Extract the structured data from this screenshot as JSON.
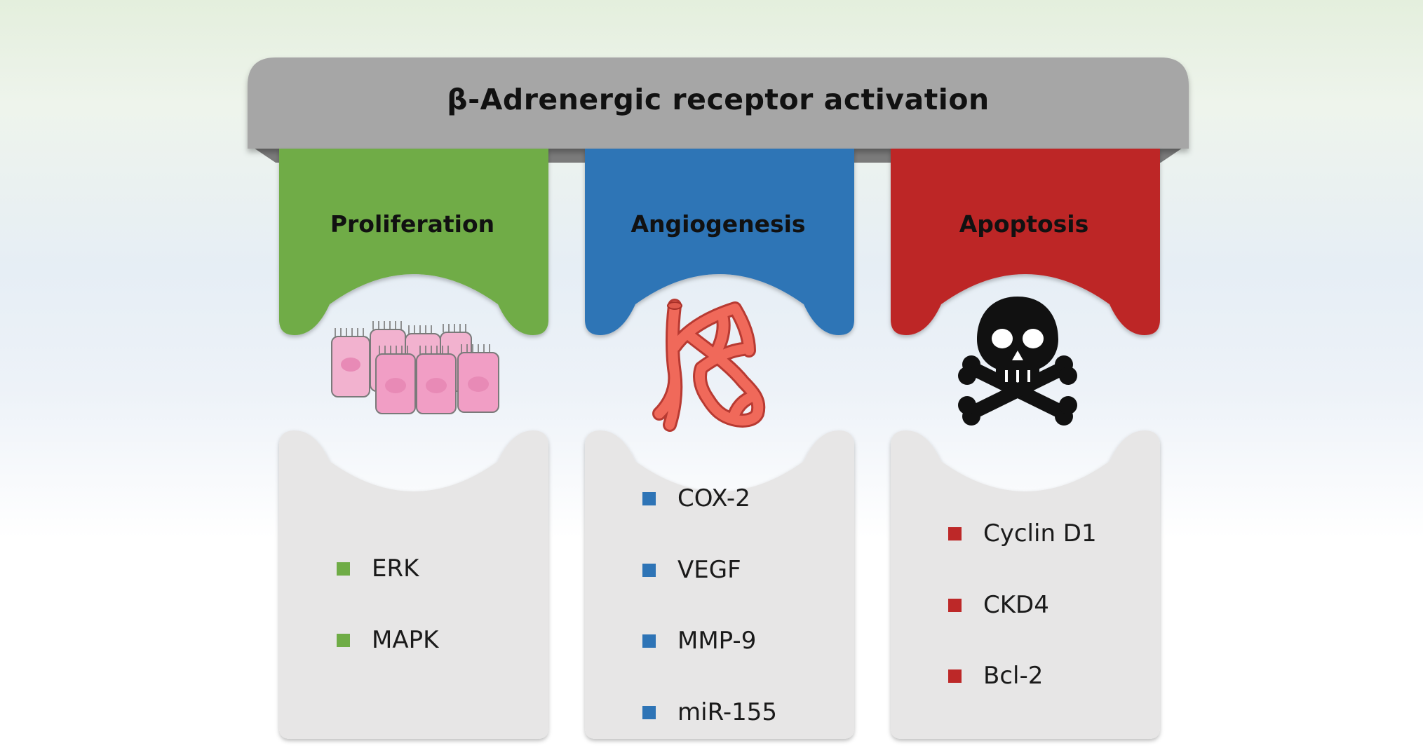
{
  "header": {
    "title": "β-Adrenergic receptor activation"
  },
  "columns": [
    {
      "title": "Proliferation",
      "color": "#6fac46",
      "icon": "epithelial-cells-icon",
      "markers": [
        "ERK",
        "MAPK"
      ]
    },
    {
      "title": "Angiogenesis",
      "color": "#2e74b6",
      "icon": "blood-vessel-icon",
      "markers": [
        "COX-2",
        "VEGF",
        "MMP-9",
        "miR-155"
      ]
    },
    {
      "title": "Apoptosis",
      "color": "#bd2828",
      "icon": "skull-crossbones-icon",
      "markers": [
        "Cyclin D1",
        "CKD4",
        "Bcl-2"
      ]
    }
  ],
  "colors": {
    "header_bar": "#a6a6a6",
    "header_shadow": "#7f7f7f",
    "marker_box": "#e7e6e6",
    "cell_fill": "#f0a8c8"
  }
}
